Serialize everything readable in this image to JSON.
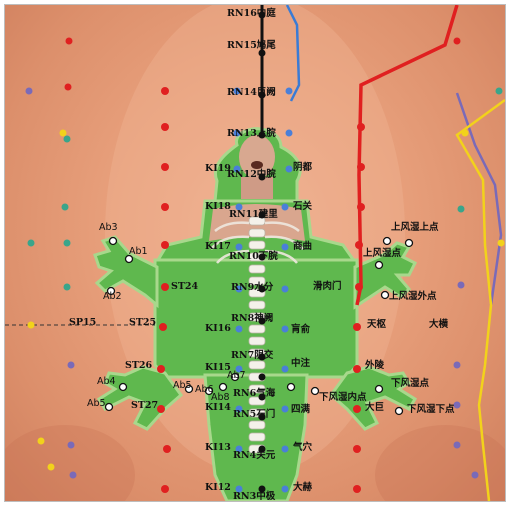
{
  "colors": {
    "skin": "#e8a07c",
    "green_zone": "#5fb84e",
    "ren_line": "#111111",
    "stomach_line": "#e02020",
    "kidney_line": "#3a7bd5",
    "spleen_line": "#7a6ab8",
    "yellow_line": "#f2d21b",
    "point_red": "#e02020",
    "point_blue": "#4a7fd8",
    "point_teal": "#3aa58a",
    "point_yellow": "#f2d21b"
  },
  "labels": {
    "rn16": "RN16中庭",
    "rn15": "RN15鸠尾",
    "rn14": "RN14巨阙",
    "rn13": "RN13上脘",
    "rn12": "RN12中脘",
    "rn11": "RN11建里",
    "rn10": "RN10下脘",
    "rn9": "RN9水分",
    "rn8": "RN8神阙",
    "rn7": "RN7阴交",
    "rn6": "RN6气海",
    "rn5": "RN5石门",
    "rn4": "RN4关元",
    "rn3": "RN3中极",
    "ki19": "KI19",
    "ki18": "KI18",
    "ki17": "KI17",
    "ki16": "KI16",
    "ki15": "KI15",
    "ki14": "KI14",
    "ki13": "KI13",
    "ki12": "KI12",
    "yindu": "阴都",
    "shiguan": "石关",
    "shangqu": "商曲",
    "huangshu": "肓俞",
    "zhongzhu": "中注",
    "siman": "四满",
    "qixue": "气穴",
    "dahe": "大赫",
    "ab1": "Ab1",
    "ab2": "Ab2",
    "ab3": "Ab3",
    "ab4": "Ab4",
    "ab5_left": "Ab5",
    "ab5_mid": "Ab5",
    "ab6": "Ab6",
    "ab7": "Ab7",
    "ab8": "Ab8",
    "st24": "ST24",
    "st25": "ST25",
    "st26": "ST26",
    "st27": "ST27",
    "sp15": "SP15",
    "huaroumen": "滑肉门",
    "tianshu": "天枢",
    "wailing": "外陵",
    "daju": "大巨",
    "daheng": "大横",
    "sfs_shang": "上风湿上点",
    "sfs": "上风湿点",
    "sfs_wai": "上风湿外点",
    "xfs": "下风湿点",
    "xfs_nei": "下风湿内点",
    "xfs_xia": "下风湿下点"
  }
}
